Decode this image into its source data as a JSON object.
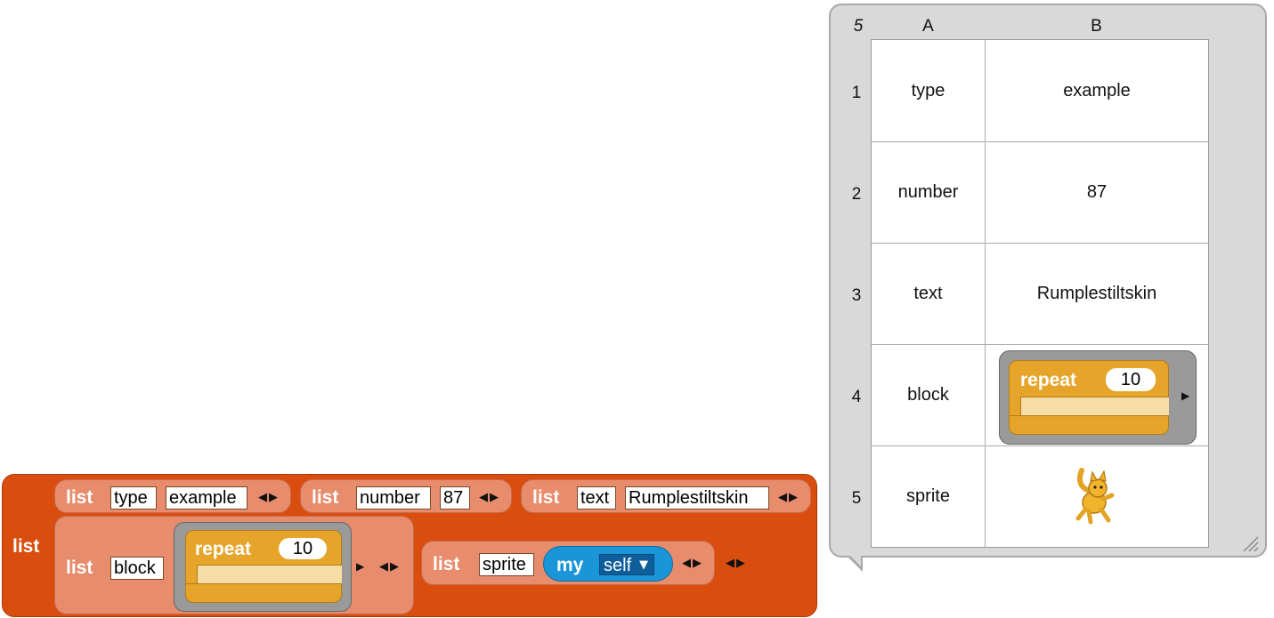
{
  "script_block": {
    "outer_label": "list",
    "rows": [
      {
        "label": "list",
        "slots": [
          "type",
          "example"
        ]
      },
      {
        "label": "list",
        "slots": [
          "number",
          "87"
        ]
      },
      {
        "label": "list",
        "slots": [
          "text",
          "Rumplestiltskin"
        ]
      },
      {
        "label": "list",
        "slots": [
          "block"
        ],
        "repeat_label": "repeat",
        "repeat_count": "10"
      },
      {
        "label": "list",
        "slots": [
          "sprite"
        ],
        "reporter_label": "my",
        "reporter_value": "self"
      }
    ]
  },
  "table_view": {
    "row_count": "5",
    "columns": [
      "A",
      "B"
    ],
    "rows": [
      {
        "num": "1",
        "a": "type",
        "b": "example"
      },
      {
        "num": "2",
        "a": "number",
        "b": "87"
      },
      {
        "num": "3",
        "a": "text",
        "b": "Rumplestiltskin"
      },
      {
        "num": "4",
        "a": "block",
        "b_repeat_label": "repeat",
        "b_repeat_count": "10"
      },
      {
        "num": "5",
        "a": "sprite",
        "b_icon": "sprite-costume-icon"
      }
    ]
  },
  "colors": {
    "list_block": "#d94e0f",
    "nested_list": "#e78c6c",
    "control_block": "#e6a52a",
    "sensing_block": "#1a96d8",
    "ring": "#9a9a9a"
  }
}
